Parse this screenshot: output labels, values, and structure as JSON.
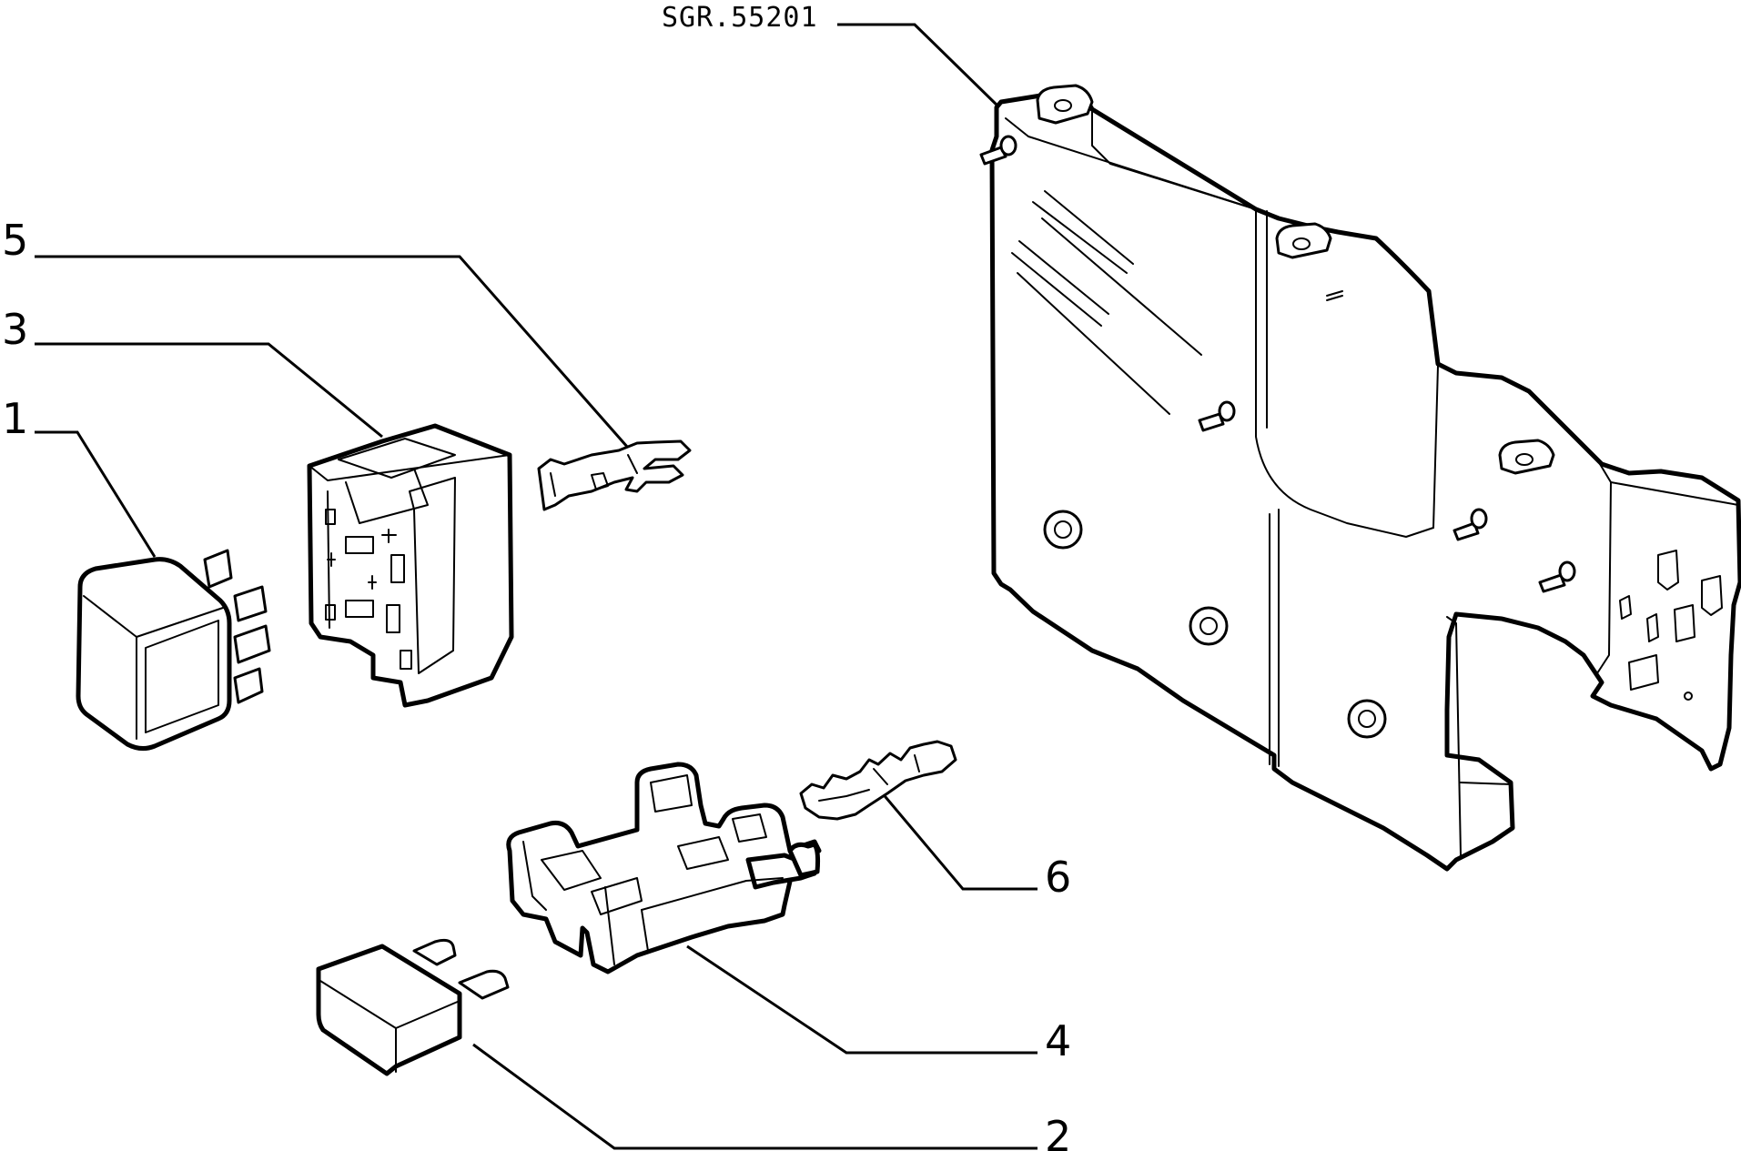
{
  "diagram": {
    "reference_code": "SGR.55201",
    "callouts": [
      {
        "number": "5"
      },
      {
        "number": "3"
      },
      {
        "number": "1"
      },
      {
        "number": "6"
      },
      {
        "number": "4"
      },
      {
        "number": "2"
      }
    ]
  }
}
